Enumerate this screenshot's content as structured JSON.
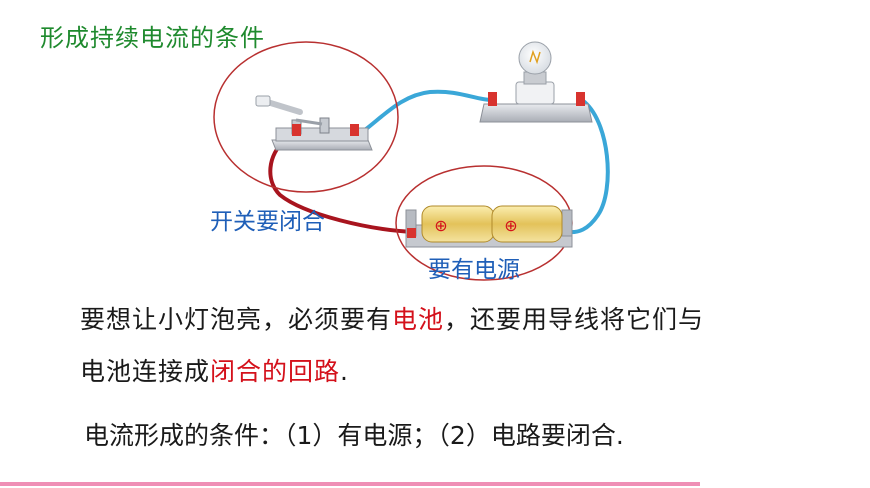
{
  "title": "形成持续电流的条件",
  "labels": {
    "switch": "开关要闭合",
    "source": "要有电源"
  },
  "paragraph": {
    "line1_a": "要想让小灯泡亮，必须要有",
    "line1_red": "电池",
    "line1_b": "，还要用导线将它们与",
    "line2_a": "电池连接成",
    "line2_red": "闭合的回路",
    "line2_b": "."
  },
  "conditions": "电流形成的条件：（1）有电源；（2）电路要闭合.",
  "battery_symbols": [
    "⊕",
    "⊕"
  ],
  "colors": {
    "title": "#1f8a2e",
    "label": "#1f5fb8",
    "highlight": "#d4111b",
    "wire_blue": "#3aa7d8",
    "wire_red": "#a8141e",
    "ellipse": "#b83030",
    "bottom_line": "#ef8fb5"
  }
}
